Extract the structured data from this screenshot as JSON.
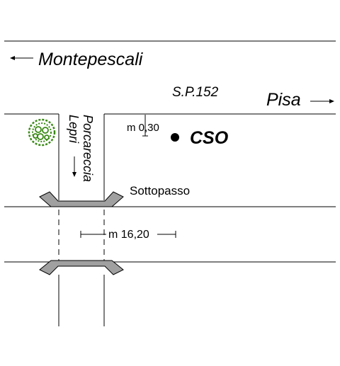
{
  "labels": {
    "west_direction": "Montepescali",
    "east_direction": "Pisa",
    "road_name": "S.P.152",
    "side_road_line1": "Porcareccia",
    "side_road_line2": "Lepri",
    "distance_offset": "m 0,30",
    "point_label": "CSO",
    "underpass": "Sottopasso",
    "width_label": "m 16,20"
  },
  "icons": {
    "tree": "tree-icon",
    "point": "filled-circle-marker"
  },
  "colors": {
    "line": "#000000",
    "tree": "#3a8a16",
    "underpass_fill": "#a0a0a0"
  }
}
